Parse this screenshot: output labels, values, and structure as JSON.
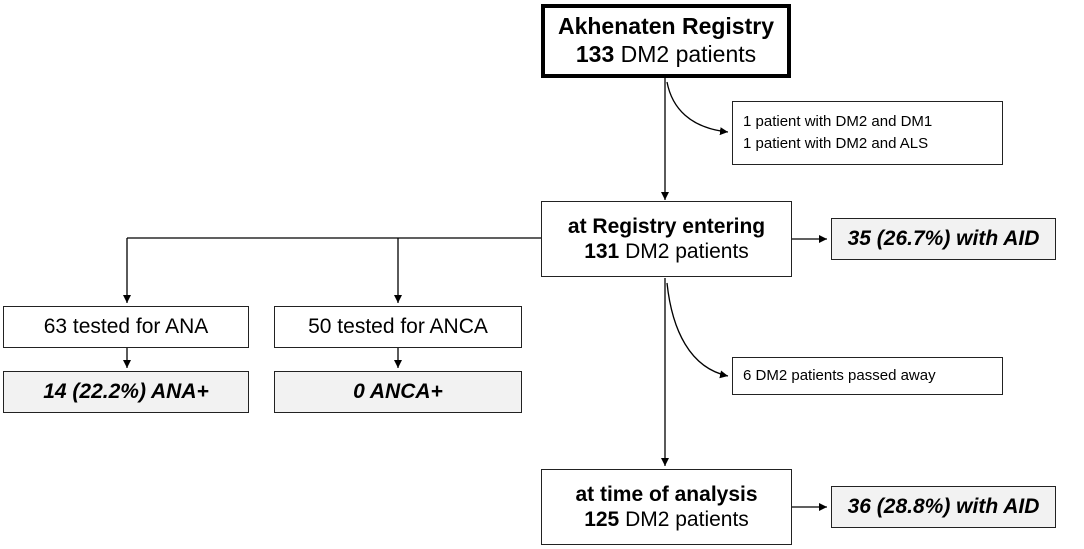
{
  "registry": {
    "title": "Akhenaten Registry",
    "count": "133",
    "unit": "DM2 patients"
  },
  "exclusions": {
    "line1": "1 patient with DM2 and DM1",
    "line2": "1 patient with DM2 and ALS"
  },
  "entering": {
    "title": "at Registry entering",
    "count": "131",
    "unit": "DM2 patients"
  },
  "entering_aid": "35 (26.7%) with AID",
  "ana_tested": "63 tested for ANA",
  "anca_tested": "50 tested for ANCA",
  "ana_result": "14 (22.2%) ANA+",
  "anca_result": "0 ANCA+",
  "deceased": "6 DM2 patients passed away",
  "analysis": {
    "title": "at time of analysis",
    "count": "125",
    "unit": "DM2 patients"
  },
  "analysis_aid": "36 (28.8%) with AID"
}
